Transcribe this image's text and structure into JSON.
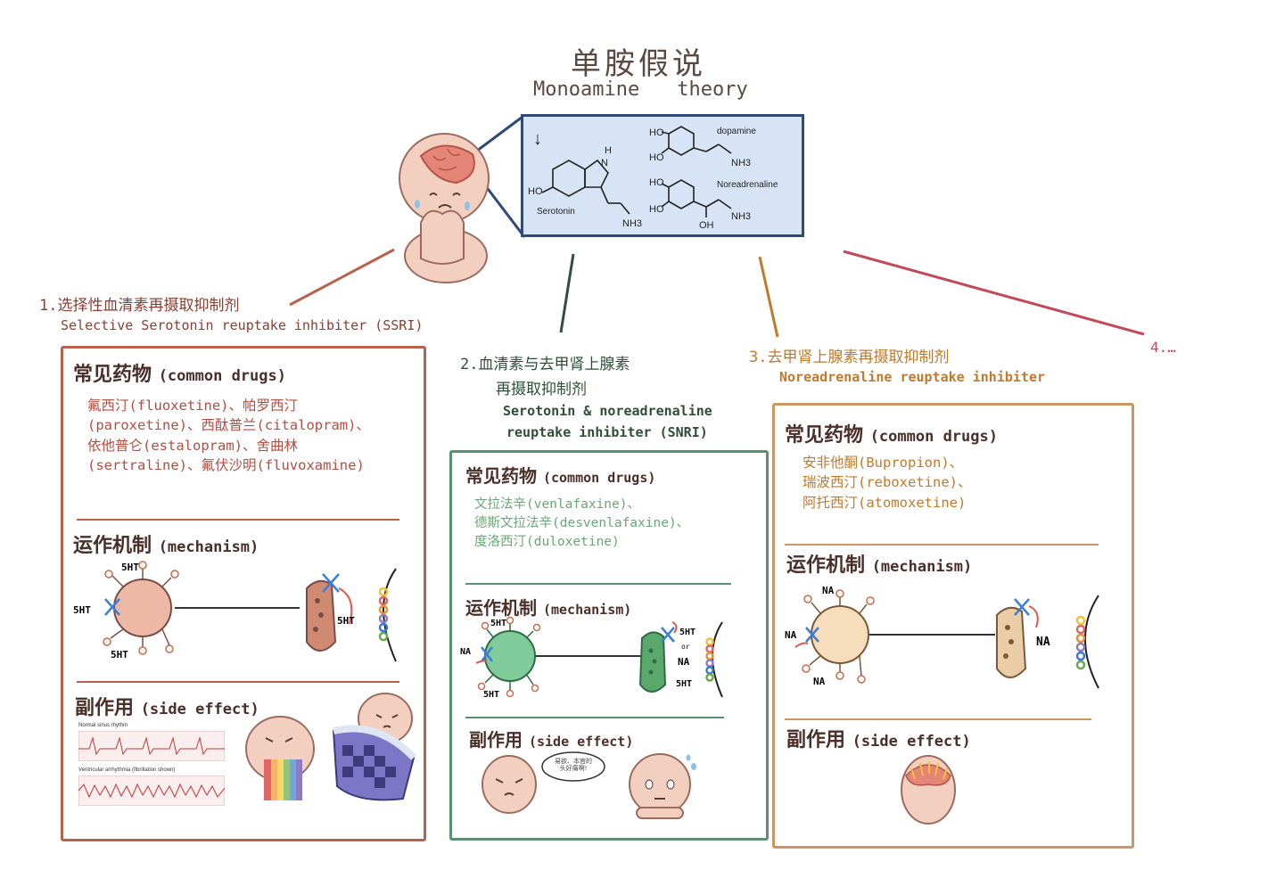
{
  "title": {
    "cn": "单胺假说",
    "en_1": "Monoamine",
    "en_2": "theory"
  },
  "molecules": {
    "serotonin": "Serotonin",
    "dopamine": "dopamine",
    "noradrenaline": "Noreadrenaline",
    "ho": "HO",
    "nh3": "NH3",
    "oh": "OH",
    "h": "H",
    "n": "N",
    "arrow": "↓"
  },
  "categories": {
    "ssri": {
      "cn": "1.选择性血清素再摄取抑制剂",
      "en": "Selective Serotonin reuptake inhibiter (SSRI)"
    },
    "snri": {
      "cn_1": "2.血清素与去甲肾上腺素",
      "cn_2": "再摄取抑制剂",
      "en_1": "Serotonin & noreadrenaline",
      "en_2": "reuptake inhibiter (SNRI)"
    },
    "nri": {
      "cn": "3.去甲肾上腺素再摄取抑制剂",
      "en": "Noreadrenaline reuptake inhibiter"
    },
    "more": "4.…"
  },
  "ssri_box": {
    "drugs_head_cn": "常见药物",
    "drugs_head_en": "(common drugs)",
    "drugs": [
      "氟西汀(fluoxetine)、帕罗西汀",
      "(paroxetine)、西酞普兰(citalopram)、",
      "依他普仑(estalopram)、舍曲林",
      "(sertraline)、氟伏沙明(fluvoxamine)"
    ],
    "mech_head_cn": "运作机制",
    "mech_head_en": "(mechanism)",
    "labels": {
      "top": "5HT",
      "left": "5HT",
      "bottom": "5HT",
      "right": "5HT"
    },
    "side_head_cn": "副作用",
    "side_head_en": "(side effect)",
    "ecg_1": "Normal sinus rhythm",
    "ecg_2": "Ventricular arrhythmia (fibrillation shown)"
  },
  "snri_box": {
    "drugs_head_cn": "常见药物",
    "drugs_head_en": "(common drugs)",
    "drugs": [
      "文拉法辛(venlafaxine)、",
      "德斯文拉法辛(desvenlafaxine)、",
      "度洛西汀(duloxetine)"
    ],
    "mech_head_cn": "运作机制",
    "mech_head_en": "(mechanism)",
    "labels": {
      "top": "5HT",
      "left": "NA",
      "bottom": "5HT",
      "r1": "5HT",
      "r2": "or",
      "r3": "NA",
      "r4": "5HT"
    },
    "side_head_cn": "副作用",
    "side_head_en": "(side effect)",
    "bubble_1": "易欲、本官的",
    "bubble_2": "头好痛啊!"
  },
  "nri_box": {
    "drugs_head_cn": "常见药物",
    "drugs_head_en": "(common drugs)",
    "drugs": [
      "安非他酮(Bupropion)、",
      "瑞波西汀(reboxetine)、",
      "阿托西汀(atomoxetine)"
    ],
    "mech_head_cn": "运作机制",
    "mech_head_en": "(mechanism)",
    "labels": {
      "top": "NA",
      "left": "NA",
      "bottom": "NA",
      "right": "NA"
    },
    "side_head_cn": "副作用",
    "side_head_en": "(side effect)"
  },
  "colors": {
    "ssri": "#b8624e",
    "snri": "#5a9170",
    "nri": "#cc9663",
    "more": "#c14a5a",
    "molecule_bg": "#d6e4f6",
    "molecule_border": "#2f4a75"
  }
}
